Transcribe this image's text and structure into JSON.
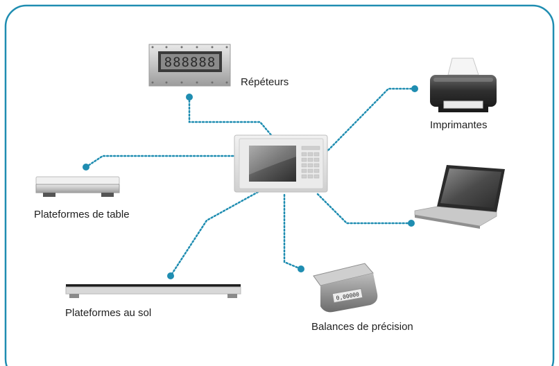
{
  "colors": {
    "frame_border": "#1f8db1",
    "connector": "#1f8db1",
    "text": "#1f1f1f"
  },
  "devices": {
    "terminal": {
      "name": "weighing-terminal"
    },
    "repeater": {
      "label": "Répéteurs",
      "display": "888888"
    },
    "printer": {
      "label": "Imprimantes"
    },
    "laptop": {
      "label": ""
    },
    "bench_scale": {
      "label": "Plateformes de table"
    },
    "floor_scale": {
      "label": "Plateformes au sol"
    },
    "precision_balance": {
      "label": "Balances de précision",
      "display": "0,00000"
    }
  }
}
